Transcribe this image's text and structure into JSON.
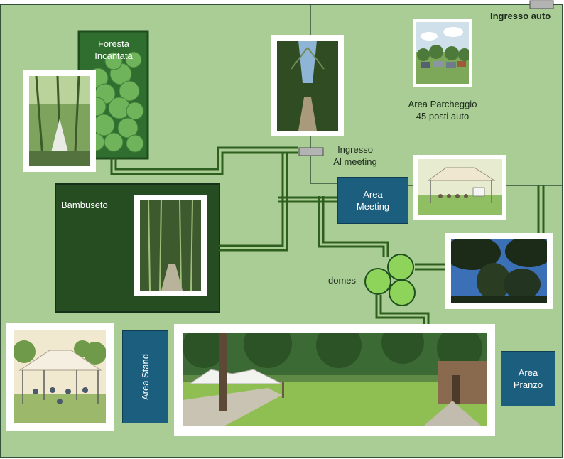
{
  "map": {
    "background_color": "#a9cd94",
    "path_color": "#2f5f1f",
    "line_color": "#35503a"
  },
  "entrances": {
    "car_entrance": "Ingresso auto",
    "meeting_entrance_line1": "Ingresso",
    "meeting_entrance_line2": "Al meeting"
  },
  "zones": {
    "forest_line1": "Foresta",
    "forest_line2": "Incantata",
    "bamboo": "Bambuseto",
    "parking_line1": "Area Parcheggio",
    "parking_line2": "45 posti auto",
    "domes": "domes"
  },
  "areas": {
    "meeting_line1": "Area",
    "meeting_line2": "Meeting",
    "stand": "Area Stand",
    "lunch_line1": "Area",
    "lunch_line2": "Pranzo",
    "color": "#1b5e7e"
  },
  "photos": [
    {
      "id": "forest-photo",
      "subject": "forest canopy with white sail"
    },
    {
      "id": "path-photo",
      "subject": "tree-lined path"
    },
    {
      "id": "parking-photo",
      "subject": "parked cars under trees"
    },
    {
      "id": "bamboo-photo",
      "subject": "bamboo grove path"
    },
    {
      "id": "meeting-tent-photo",
      "subject": "meeting tent"
    },
    {
      "id": "trees-photo",
      "subject": "tree silhouettes against blue sky"
    },
    {
      "id": "stand-tent-photo",
      "subject": "tent with tables"
    },
    {
      "id": "panorama-photo",
      "subject": "garden panorama with white tents"
    }
  ]
}
